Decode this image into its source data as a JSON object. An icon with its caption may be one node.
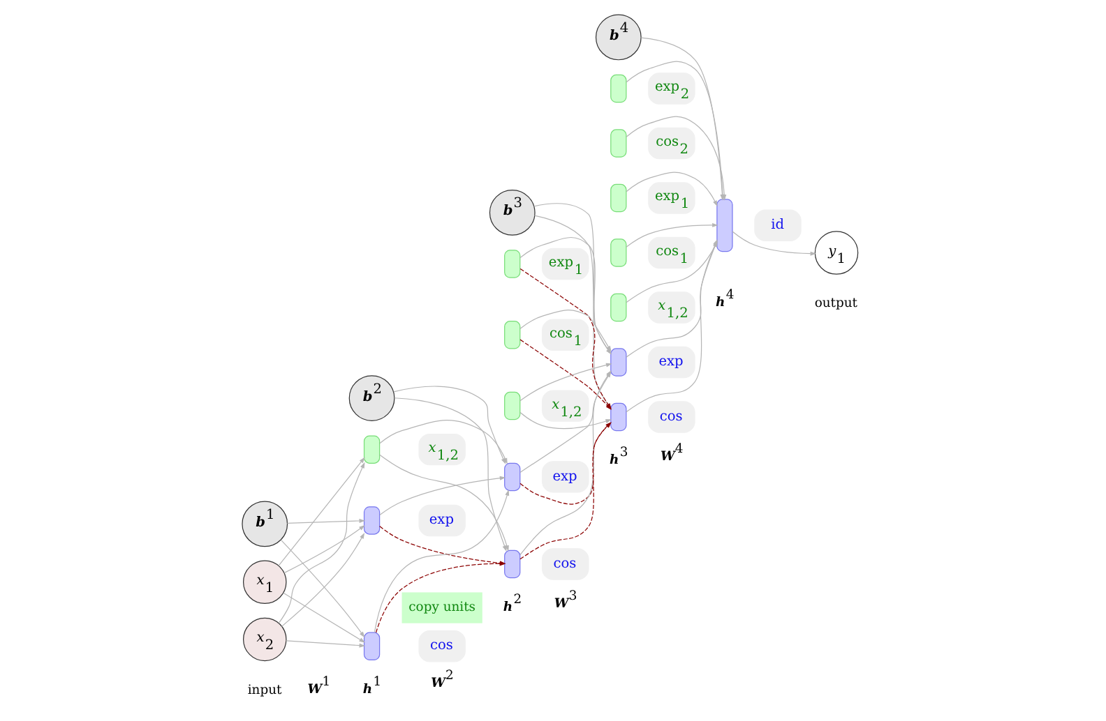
{
  "diagram": {
    "nodes": [
      {
        "text": [
          "**b**$^{1}$"
        ]
      },
      {
        "text": [
          "**b**$^{2}$"
        ]
      },
      {
        "text": [
          "**b**$^{3}$"
        ]
      },
      {
        "text": [
          "**b**$^{4}$"
        ]
      },
      {
        "text": [
          "*x*$_{1}$"
        ]
      },
      {
        "text": [
          "*x*$_{2}$"
        ]
      },
      {
        "text": [],
        "shape": "box",
        "beside": [
          "*x*$_{1,2}$"
        ]
      },
      {
        "text": [],
        "shape": "box",
        "beside": [
          "exp"
        ]
      },
      {
        "text": [],
        "shape": "box",
        "beside": [
          "cos"
        ]
      },
      {
        "text": [],
        "shape": "box",
        "beside": [
          "exp$_{1}$"
        ]
      },
      {
        "text": [],
        "shape": "box",
        "beside": [
          "cos$_{1}$"
        ]
      },
      {
        "text": [],
        "shape": "box",
        "beside": [
          "*x*$_{1,2}$"
        ]
      },
      {
        "text": [],
        "shape": "box",
        "beside": [
          "exp"
        ]
      },
      {
        "text": [],
        "shape": "box",
        "beside": [
          "cos"
        ]
      },
      {
        "text": [],
        "shape": "box",
        "beside": [
          "exp$_{2}$"
        ]
      },
      {
        "text": [],
        "shape": "box",
        "beside": [
          "cos$_{2}$"
        ]
      },
      {
        "text": [],
        "shape": "box",
        "beside": [
          "exp$_{1}$"
        ]
      },
      {
        "text": [],
        "shape": "box",
        "beside": [
          "cos$_{1}$"
        ]
      },
      {
        "text": [],
        "shape": "box",
        "beside": [
          "*x*$_{1,2}$"
        ]
      },
      {
        "text": [],
        "shape": "box",
        "beside": [
          "exp"
        ]
      },
      {
        "text": [],
        "shape": "box",
        "beside": [
          "cos"
        ]
      },
      {
        "text": [],
        "shape": "box",
        "beside": [
          "id"
        ]
      },
      {
        "text": [
          "*y*$_{1}$"
        ]
      }
    ],
    "edges": [
      {
        "from": 0,
        "to": 7,
        "arrow": "to"
      },
      {
        "from": 0,
        "to": 8,
        "arrow": "to"
      },
      {
        "from": 4,
        "to": 6,
        "arrow": "to"
      },
      {
        "from": 4,
        "to": 7,
        "arrow": "to"
      },
      {
        "from": 4,
        "to": 8,
        "arrow": "to"
      },
      {
        "from": 5,
        "to": 6,
        "arrow": "to"
      },
      {
        "from": 5,
        "to": 7,
        "arrow": "to"
      },
      {
        "from": 5,
        "to": 8,
        "arrow": "to"
      },
      {
        "from": 1,
        "to": 12,
        "arrow": "to"
      },
      {
        "from": 1,
        "to": 13,
        "arrow": "to"
      },
      {
        "from": 6,
        "to": 12,
        "arrow": "to"
      },
      {
        "from": 6,
        "to": 13,
        "arrow": "to"
      },
      {
        "from": 7,
        "to": 12,
        "arrow": "to"
      },
      {
        "from": 7,
        "to": 13,
        "arrow": "to",
        "style": "dashed",
        "color": "#8b0000"
      },
      {
        "from": 8,
        "to": 12,
        "arrow": "to"
      },
      {
        "from": 8,
        "to": 13,
        "arrow": "to",
        "style": "dashed",
        "color": "#8b0000"
      },
      {
        "from": 2,
        "to": 19,
        "arrow": "to"
      },
      {
        "from": 2,
        "to": 20,
        "arrow": "to"
      },
      {
        "from": 9,
        "to": 19,
        "arrow": "to"
      },
      {
        "from": 9,
        "to": 20,
        "arrow": "to",
        "style": "dashed",
        "color": "#8b0000"
      },
      {
        "from": 10,
        "to": 19,
        "arrow": "to"
      },
      {
        "from": 10,
        "to": 20,
        "arrow": "to",
        "style": "dashed",
        "color": "#8b0000"
      },
      {
        "from": 11,
        "to": 19,
        "arrow": "to"
      },
      {
        "from": 11,
        "to": 20,
        "arrow": "to"
      },
      {
        "from": 12,
        "to": 19,
        "arrow": "to"
      },
      {
        "from": 12,
        "to": 20,
        "arrow": "to",
        "style": "dashed",
        "color": "#8b0000"
      },
      {
        "from": 13,
        "to": 19,
        "arrow": "to"
      },
      {
        "from": 13,
        "to": 20,
        "arrow": "to",
        "style": "dashed",
        "color": "#8b0000"
      },
      {
        "from": 3,
        "to": 21,
        "arrow": "to"
      },
      {
        "from": 14,
        "to": 21,
        "arrow": "to"
      },
      {
        "from": 15,
        "to": 21,
        "arrow": "to"
      },
      {
        "from": 16,
        "to": 21,
        "arrow": "to"
      },
      {
        "from": 17,
        "to": 21,
        "arrow": "to"
      },
      {
        "from": 18,
        "to": 21,
        "arrow": "to"
      },
      {
        "from": 19,
        "to": 21,
        "arrow": "to"
      },
      {
        "from": 20,
        "to": 21,
        "arrow": "to"
      },
      {
        "from": 21,
        "to": 22,
        "arrow": "to"
      }
    ],
    "labels": [
      "copy units",
      "input",
      "**W**$^{1}$",
      "**h**$^{1}$",
      "**W**$^{2}$",
      "**h**$^{2}$",
      "**W**$^{3}$",
      "**h**$^{3}$",
      "**W**$^{4}$",
      "**h**$^{4}$",
      "output"
    ]
  }
}
